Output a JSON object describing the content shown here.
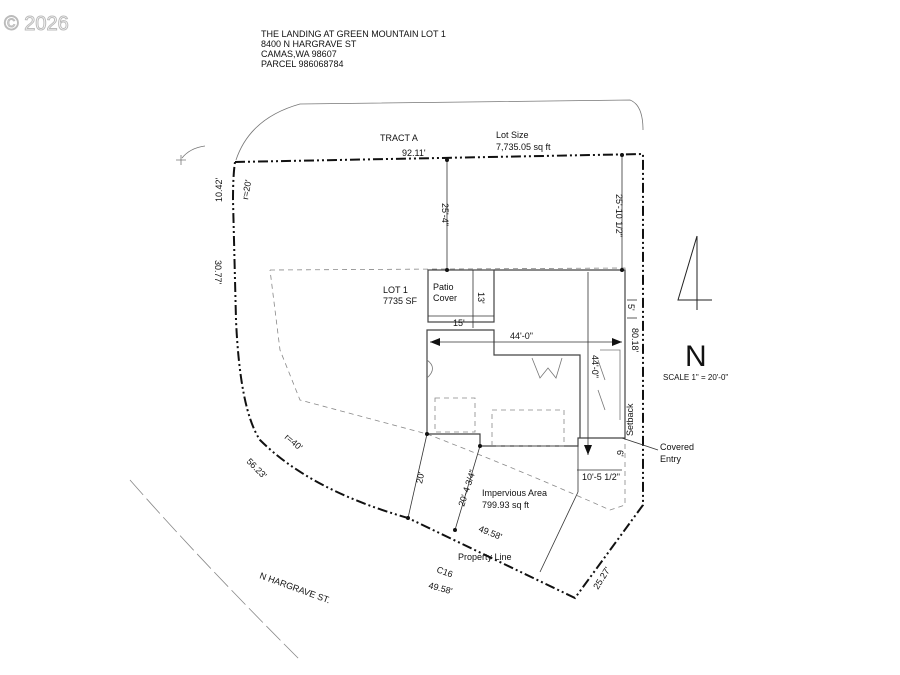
{
  "watermark": "© 2026",
  "title_block": {
    "line1": "THE LANDING AT GREEN MOUNTAIN LOT 1",
    "line2": "8400 N HARGRAVE ST",
    "line3": "CAMAS,WA 98607",
    "line4": "PARCEL 986068784"
  },
  "labels": {
    "tract": "TRACT A",
    "lot_size_label": "Lot Size",
    "lot_size_value": "7,735.05 sq ft",
    "lot_name": "LOT 1",
    "lot_sf": "7735 SF",
    "patio_1": "Patio",
    "patio_2": "Cover",
    "impervious_label": "Impervious Area",
    "impervious_value": "799.93 sq ft",
    "property_line": "Property Line",
    "curve_id": "C16",
    "street": "N HARGRAVE ST.",
    "setback": "Setback",
    "covered_1": "Covered",
    "covered_2": "Entry",
    "north": "N",
    "scale": "SCALE 1\" = 20'-0\""
  },
  "dimensions": {
    "top": "92.11'",
    "corner_arc": "10.42'",
    "corner_radius": "r=20'",
    "front_setback_left": "25'-4\"",
    "front_setback_right": "25'-10 1/2\"",
    "left_side": "30.77'",
    "patio_depth": "13'",
    "patio_width": "15'",
    "side_setback": "5'",
    "right_side": "80.18'",
    "house_width": "44'-0\"",
    "house_depth": "44'-0\"",
    "entry_depth": "6'",
    "entry_width": "10'-5 1/2\"",
    "curve_radius": "r=40'",
    "curve_length": "56.23'",
    "rear_setback_left": "20'",
    "rear_setback_right": "20'-4 3/4\"",
    "bottom_segment": "49.58'",
    "curve_segment": "49.58'",
    "diagonal": "25.27'"
  }
}
